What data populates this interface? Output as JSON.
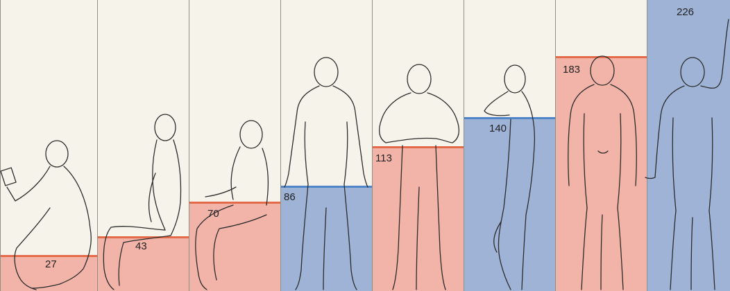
{
  "colors": {
    "background": "#f6f4ea",
    "warm_fill": "#f2b3a8",
    "cool_fill": "#9fb3d6",
    "warm_line": "#e36b4a",
    "cool_line": "#4f86c9"
  },
  "panels": [
    {
      "value": "27",
      "tone": "warm",
      "figure": "person-reading-crouching"
    },
    {
      "value": "43",
      "tone": "warm",
      "figure": "person-sitting-low"
    },
    {
      "value": "70",
      "tone": "warm",
      "figure": "person-sitting-bench"
    },
    {
      "value": "86",
      "tone": "cool",
      "figure": "person-standing-hands-on-counter"
    },
    {
      "value": "113",
      "tone": "warm",
      "figure": "person-leaning-forearms"
    },
    {
      "value": "140",
      "tone": "cool",
      "figure": "person-leaning-elbow"
    },
    {
      "value": "183",
      "tone": "warm",
      "figure": "person-standing-front"
    },
    {
      "value": "226",
      "tone": "cool",
      "figure": "person-reaching-up"
    }
  ]
}
